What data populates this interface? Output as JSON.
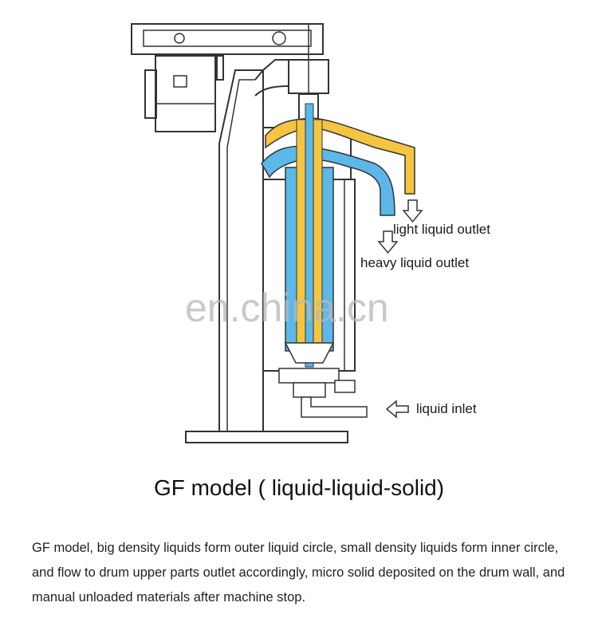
{
  "diagram": {
    "labels": {
      "light_outlet": "light liquid outlet",
      "heavy_outlet": "heavy liquid outlet",
      "inlet": "liquid inlet"
    },
    "watermark": "en.china.cn",
    "colors": {
      "light_liquid": "#f5c542",
      "heavy_liquid": "#5bb8e8",
      "outline": "#333333"
    }
  },
  "title": "GF model ( liquid-liquid-solid)",
  "description": "GF model, big density liquids form outer liquid circle, small density liquids form inner circle, and flow to drum upper parts outlet accordingly, micro solid deposited on the drum wall, and manual unloaded materials after machine stop."
}
